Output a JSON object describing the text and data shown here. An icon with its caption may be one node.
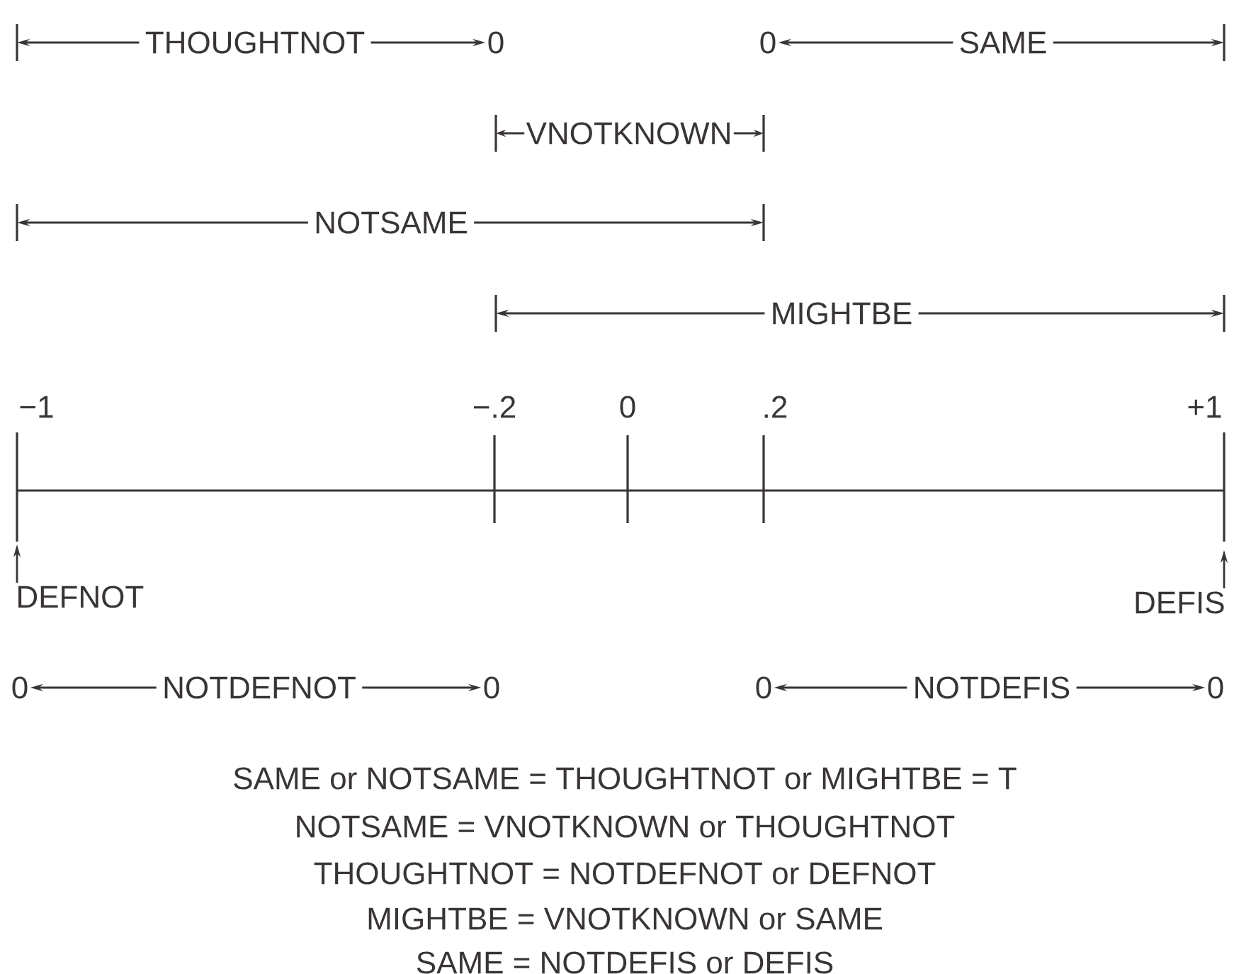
{
  "diagram": {
    "nodes": [
      {
        "text": [
          "DEFNOT"
        ]
      },
      {
        "text": [
          "DEFIS"
        ]
      }
    ],
    "edges": [
      {
        "from": 0,
        "to": null,
        "arrow": "to"
      },
      {
        "from": 1,
        "to": null,
        "arrow": "to"
      }
    ],
    "labels": [
      "THOUGHTNOT",
      "0",
      "0",
      "SAME",
      "VNOTKNOWN",
      "NOTSAME",
      "MIGHTBE",
      "−1",
      "−.2",
      "0",
      ".2",
      "+1",
      "0",
      "NOTDEFNOT",
      "0",
      "0",
      "NOTDEFIS",
      "0",
      "SAME or NOTSAME = THOUGHTNOT or MIGHTBE = T",
      "NOTSAME = VNOTKNOWN or THOUGHTNOT",
      "THOUGHTNOT = NOTDEFNOT or DEFNOT",
      "MIGHTBE = VNOTKNOWN or SAME",
      "SAME = NOTDEFIS or DEFIS"
    ]
  }
}
